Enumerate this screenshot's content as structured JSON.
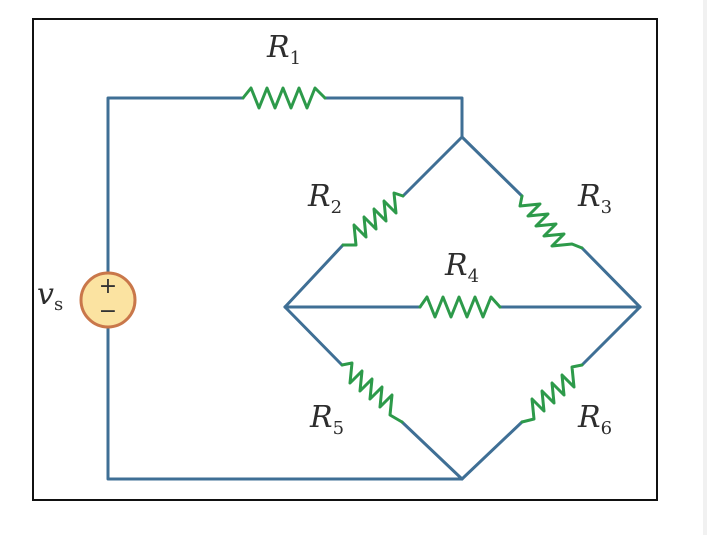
{
  "source": {
    "label": "v",
    "subscript": "s",
    "plus": "+",
    "minus": "−",
    "fill_color": "#fbe3a1",
    "stroke_color": "#c9774a"
  },
  "resistors": [
    {
      "name": "R",
      "index": "1"
    },
    {
      "name": "R",
      "index": "2"
    },
    {
      "name": "R",
      "index": "3"
    },
    {
      "name": "R",
      "index": "4"
    },
    {
      "name": "R",
      "index": "5"
    },
    {
      "name": "R",
      "index": "6"
    }
  ],
  "colors": {
    "wire": "#3f6f95",
    "resistor": "#2d9a4a",
    "frame": "#111111",
    "label": "#2d2d2d"
  }
}
